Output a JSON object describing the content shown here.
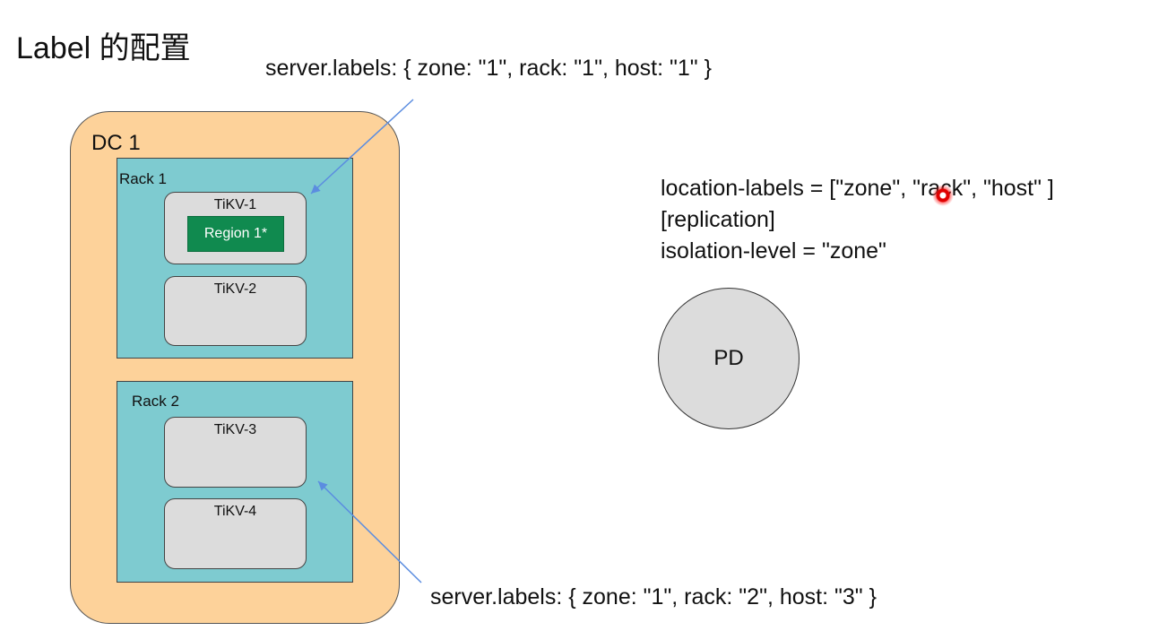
{
  "title": "Label 的配置",
  "top_server_labels": "server.labels: { zone: \"1\", rack: \"1\", host: \"1\" }",
  "bottom_server_labels": "server.labels: { zone: \"1\", rack: \"2\", host: \"3\" }",
  "dc": {
    "label": "DC 1",
    "racks": [
      {
        "label": "Rack 1",
        "nodes": [
          "TiKV-1",
          "TiKV-2"
        ],
        "region": "Region 1*"
      },
      {
        "label": "Rack 2",
        "nodes": [
          "TiKV-3",
          "TiKV-4"
        ]
      }
    ]
  },
  "pd_config": {
    "location_labels": "location-labels = [\"zone\", \"rack\", \"host\" ]",
    "section": "[replication]",
    "isolation_level": "isolation-level = \"zone\""
  },
  "pd": {
    "label": "PD"
  },
  "colors": {
    "dc_fill": "#fdd29a",
    "rack_fill": "#7ecbd0",
    "node_fill": "#dcdcdc",
    "region_fill": "#108a4f",
    "arrow": "#5b8de0",
    "cursor": "#e00000"
  }
}
